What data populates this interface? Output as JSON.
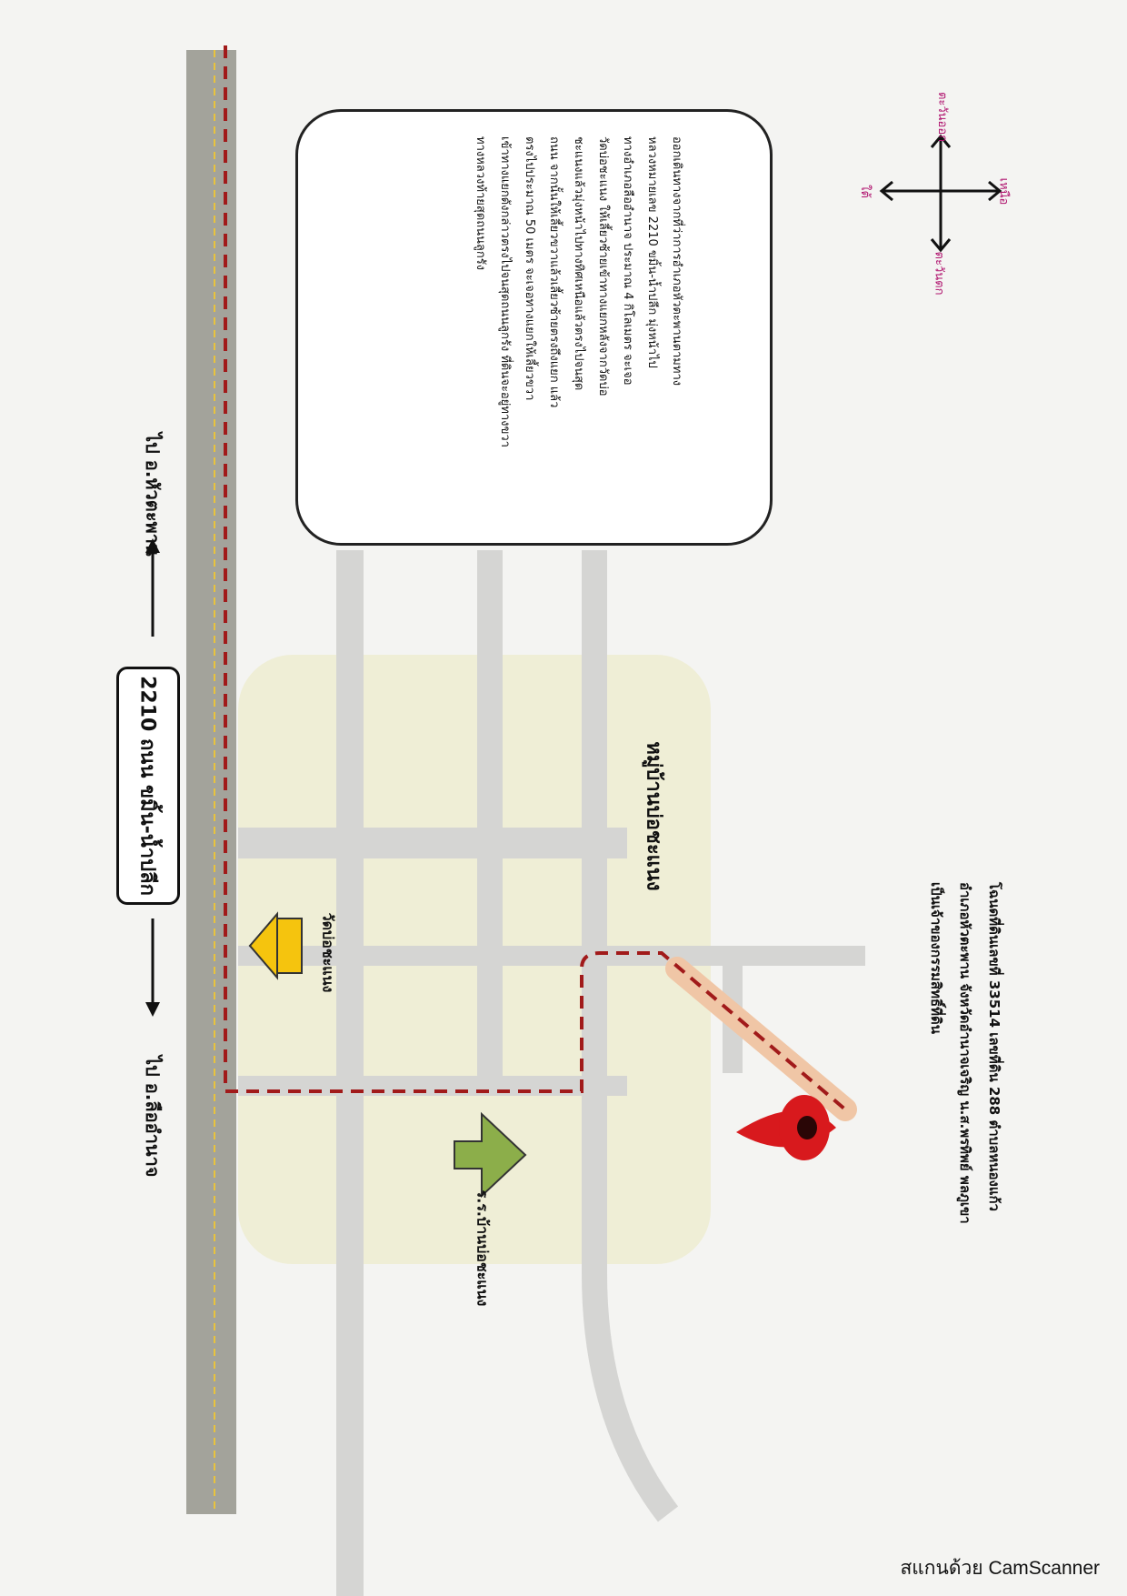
{
  "info_box": {
    "lines": [
      "ออกเดินทางจากที่ว่าการอำเภอหัวตะพานตามทาง",
      "หลวงหมายเลข 2210 ขมิ้น-น้ำปลีก มุ่งหน้าไป",
      "ทางอำเภอลืออำนาจ ประมาณ 4 กิโลเมตร จะเจอ",
      "วัดบ่อชะแนง ให้เลี้ยวซ้ายเข้าทางแยกหลังจากวัดบ่อ",
      "ชะแนงแล้วมุ่งหน้าไปทางทิศเหนือแล้วตรงไปจนสุด",
      "ถนน จากนั้นให้เลี้ยวขวาแล้วเลี้ยวซ้ายตรงถึงแยก แล้ว",
      "ตรงไปประมาณ 50 เมตร จะเจอทางแยกให้เลี้ยวขวา",
      "เข้าทางแยกดังกล่าวตรงไปจนสุดถนนลูกรัง ที่ดินจะอยู่ทางขวา",
      "ทางหลวงท้ายสุดถนนลูกรัง"
    ]
  },
  "road": {
    "label": "2210 ถนน ขมิ้น-น้ำปลีก"
  },
  "directions": {
    "to_hua_taphan": "ไป อ.หัวตะพาน",
    "to_lue_amnat": "ไป อ.ลืออำนาจ"
  },
  "village": {
    "label": "หมู่บ้านบ่อชะแนง"
  },
  "temple": {
    "label": "วัดบ่อชะแนง"
  },
  "school": {
    "label": "ร.ร.บ้านบ่อชะแนง"
  },
  "land_note": {
    "lines": [
      "โฉนดที่ดินเลขที่ 33514 เลขที่ดิน 288 ตำบลหนองแก้ว",
      "อำเภอหัวตะพาน จังหวัดอำนาจเจริญ น.ส.พรทิพย์ พลภูเขา",
      "เป็นเจ้าของกรรมสิทธิ์ที่ดิน"
    ]
  },
  "compass": {
    "north": "เหนือ",
    "south": "ใต้",
    "east": "ตะวันออก",
    "west": "ตะวันตก"
  },
  "footer": {
    "label": "สแกนด้วย CamScanner"
  },
  "colors": {
    "highway": "#a3a39b",
    "street": "#d5d5d3",
    "village_area": "#efeed6",
    "route": "#a11a1a",
    "temple_arrow": "#f5c40e",
    "school_arrow": "#8cae4a",
    "dirt_road": "#f0c6a6",
    "pin": "#d8191d",
    "compass_label": "#b0146f"
  }
}
